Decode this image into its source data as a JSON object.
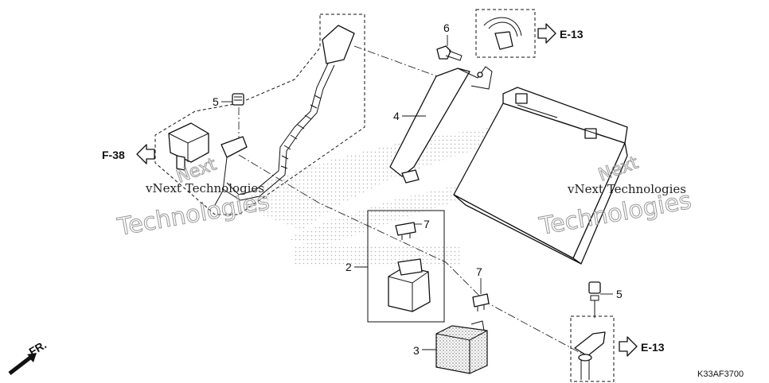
{
  "diagram": {
    "code": "K33AF3700",
    "callouts": {
      "p1": "6",
      "p2": "4",
      "p3": "5",
      "p4": "2",
      "p5": "7",
      "p6": "7",
      "p7": "5",
      "p8": "3"
    },
    "refs": {
      "e13_top": "E-13",
      "f38": "F-38",
      "e13_bottom": "E-13"
    },
    "front_marker": "FR.",
    "watermark": {
      "line1_left": "vNext Technologies",
      "line2_left": "Technologies",
      "line1_right": "vNext Technologies",
      "line2_right": "Technologies",
      "next_left": "Next",
      "next_right": "Next"
    },
    "colors": {
      "ink": "#111111",
      "stipple": "#555555",
      "background": "#ffffff"
    }
  }
}
